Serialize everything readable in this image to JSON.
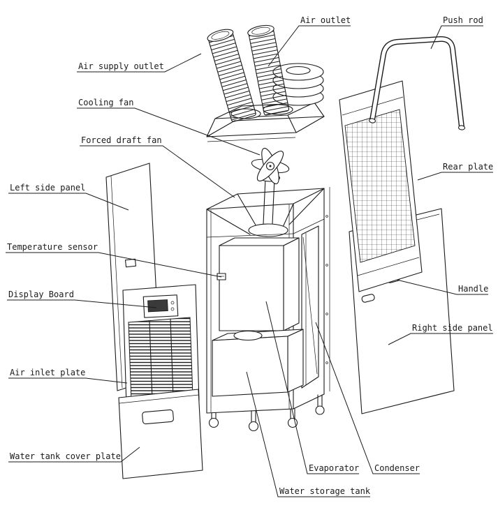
{
  "diagram": {
    "type": "exploded-parts-diagram",
    "colors": {
      "line": "#1a1a1a",
      "background": "#ffffff",
      "display_screen": "#3a3a3a"
    },
    "labels": {
      "air_outlet": "Air outlet",
      "push_rod": "Push rod",
      "air_supply_outlet": "Air supply outlet",
      "cooling_fan": "Cooling fan",
      "forced_draft_fan": "Forced draft fan",
      "rear_plate": "Rear plate",
      "left_side_panel": "Left side panel",
      "temperature_sensor": "Temperature sensor",
      "display_board": "Display Board",
      "handle": "Handle",
      "right_side_panel": "Right side panel",
      "air_inlet_plate": "Air inlet plate",
      "water_tank_cover_plate": "Water tank cover plate",
      "evaporator": "Evaporator",
      "condenser": "Condenser",
      "water_storage_tank": "Water storage tank"
    }
  }
}
